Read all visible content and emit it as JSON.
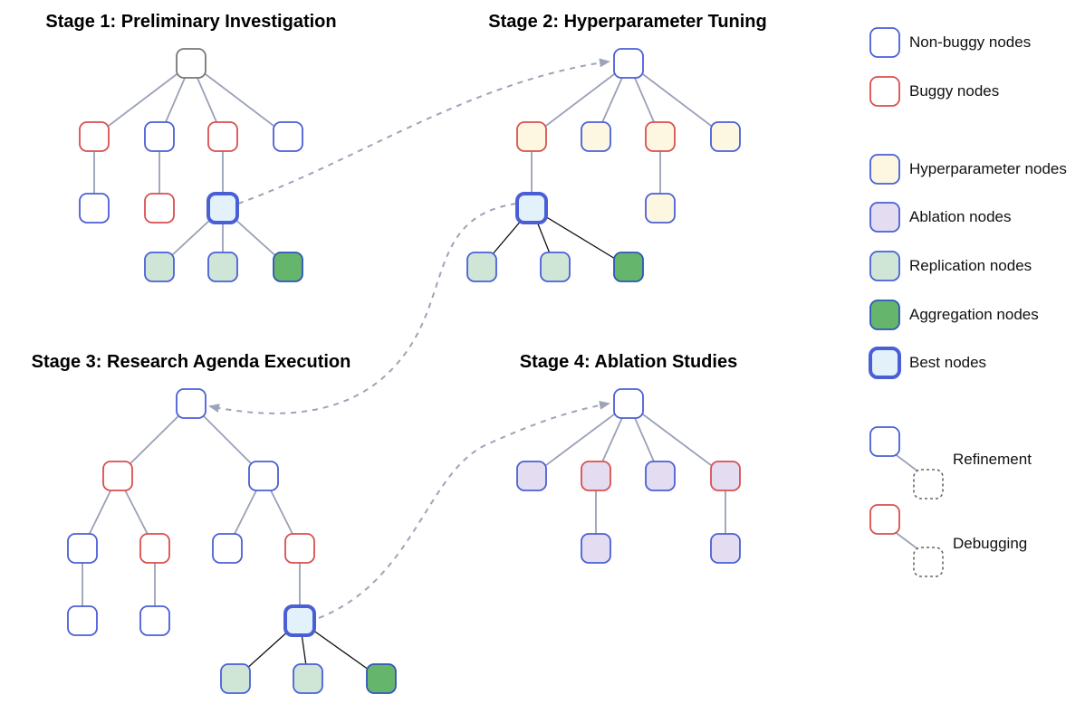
{
  "stages": [
    {
      "title": "Stage 1: Preliminary Investigation"
    },
    {
      "title": "Stage 2: Hyperparameter Tuning"
    },
    {
      "title": "Stage 3: Research Agenda Execution"
    },
    {
      "title": "Stage 4: Ablation Studies"
    }
  ],
  "legend": {
    "items": [
      {
        "label": "Non-buggy nodes",
        "kind": "non-buggy"
      },
      {
        "label": "Buggy nodes",
        "kind": "buggy"
      },
      {
        "label": "Hyperparameter nodes",
        "kind": "hyperparameter"
      },
      {
        "label": "Ablation nodes",
        "kind": "ablation"
      },
      {
        "label": "Replication nodes",
        "kind": "replication"
      },
      {
        "label": "Aggregation nodes",
        "kind": "aggregation"
      },
      {
        "label": "Best nodes",
        "kind": "best"
      }
    ],
    "refinement_label": "Refinement",
    "debugging_label": "Debugging"
  },
  "colors": {
    "blue_border": "#4a5fd6",
    "red_border": "#d94f4f",
    "gray_border": "#777777",
    "dashed_border": "#666666",
    "hyper_fill": "#fdf7e1",
    "ablation_fill": "#e4dcf1",
    "replication_fill": "#cfe6d7",
    "aggregation_fill": "#66b56c",
    "aggregation_border": "#2f55b8",
    "best_fill": "#e3f1fb",
    "edge": "#9aa0b6",
    "dark_edge": "#111111",
    "arrow": "#9ea4b8"
  }
}
